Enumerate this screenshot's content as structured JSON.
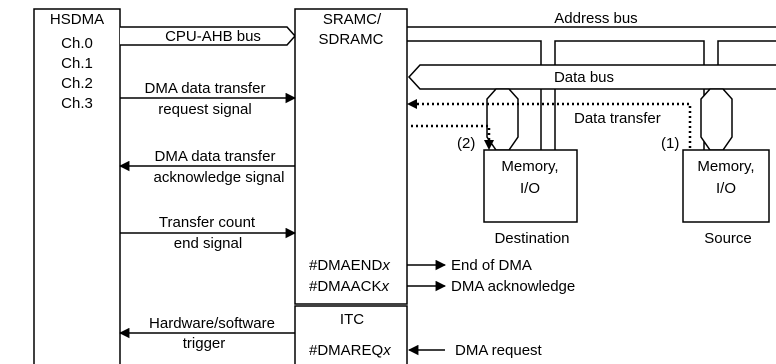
{
  "hsdma": {
    "title": "HSDMA",
    "channels": [
      "Ch.0",
      "Ch.1",
      "Ch.2",
      "Ch.3"
    ]
  },
  "sramc": {
    "line1": "SRAMC/",
    "line2": "SDRAMC",
    "dmaend": "#DMAEND",
    "dmaack": "#DMAACK",
    "suffix": "x"
  },
  "itc": {
    "title": "ITC",
    "dmareq": "#DMAREQ",
    "suffix": "x"
  },
  "signals": {
    "cpu_ahb_bus": "CPU-AHB bus",
    "request_line1": "DMA data transfer",
    "request_line2": "request signal",
    "ack_line1": "DMA data transfer",
    "ack_line2": "acknowledge signal",
    "count_line1": "Transfer count",
    "count_line2": "end signal",
    "trigger_line1": "Hardware/software",
    "trigger_line2": "trigger"
  },
  "buses": {
    "address": "Address bus",
    "data": "Data bus",
    "data_transfer": "Data transfer"
  },
  "memory": {
    "dest_line1": "Memory,",
    "dest_line2": "I/O",
    "dest_label": "Destination",
    "src_line1": "Memory,",
    "src_line2": "I/O",
    "src_label": "Source"
  },
  "markers": {
    "step1": "(1)",
    "step2": "(2)"
  },
  "outputs": {
    "end_of_dma": "End of DMA",
    "dma_ack": "DMA acknowledge",
    "dma_request": "DMA request"
  }
}
